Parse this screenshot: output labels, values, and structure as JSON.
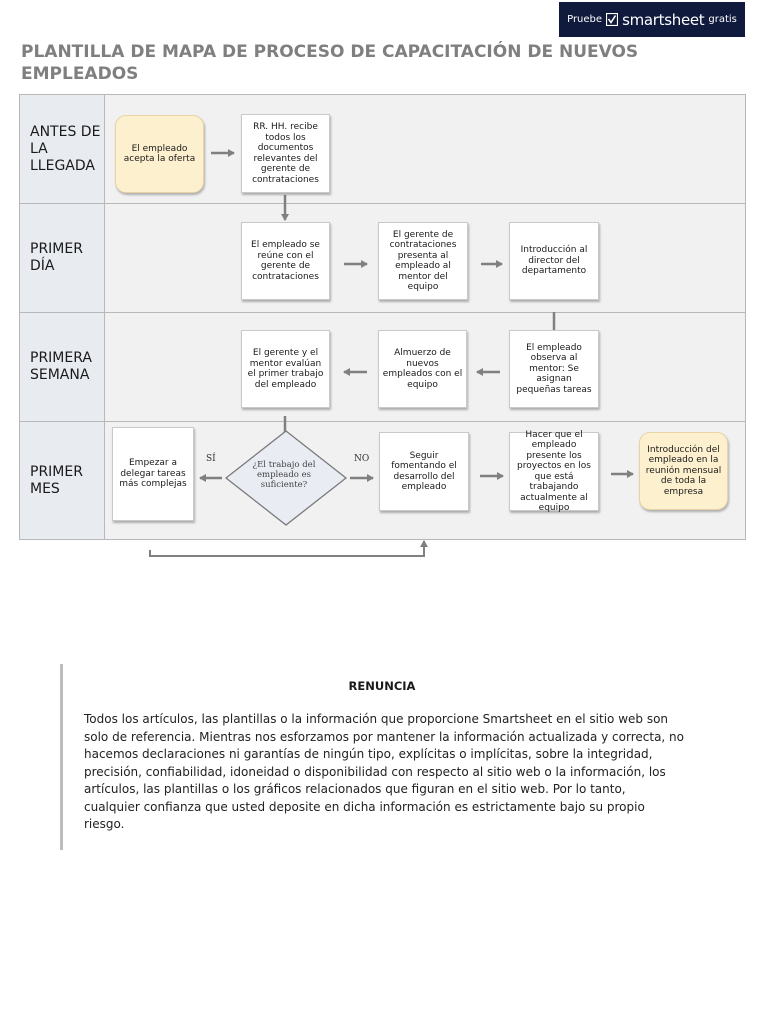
{
  "banner": {
    "prefix": "Pruebe",
    "brand": "smartsheet",
    "suffix": "gratis"
  },
  "title": "PLANTILLA DE MAPA DE PROCESO DE CAPACITACIÓN DE NUEVOS EMPLEADOS",
  "colors": {
    "banner_bg": "#0f1a3c",
    "title": "#7f7f7f",
    "oval_fill": "#fdf0cf",
    "lane_label_bg": "#e8ebf0",
    "lane_bg": "#f1f1f1",
    "arrow": "#808080"
  },
  "lanes": [
    {
      "label": "ANTES DE LA LLEGADA"
    },
    {
      "label": "PRIMER DÍA"
    },
    {
      "label": "PRIMERA SEMANA"
    },
    {
      "label": "PRIMER MES"
    }
  ],
  "nodes": {
    "accept_offer": "El empleado acepta la oferta",
    "hr_receives": "RR. HH. recibe todos los documentos relevantes del gerente de contrataciones",
    "meets_manager": "El empleado se reúne con el gerente de contrataciones",
    "presents_mentor": "El gerente de contrataciones presenta al empleado al mentor del equipo",
    "intro_director": "Introducción al director del departamento",
    "observes_mentor": "El empleado observa al mentor: Se asignan pequeñas tareas",
    "lunch": "Almuerzo de nuevos empleados con el equipo",
    "evaluate": "El gerente y el mentor evalúan el primer trabajo del empleado",
    "decision": "¿El trabajo del empleado es suficiente?",
    "delegate": "Empezar a delegar tareas más complejas",
    "keep_developing": "Seguir fomentando el desarrollo del empleado",
    "present_projects": "Hacer que el empleado presente los proyectos en los que está trabajando actualmente al equipo",
    "monthly_meeting": "Introducción del empleado en la reunión mensual de toda la empresa"
  },
  "branches": {
    "yes": "SÍ",
    "no": "NO"
  },
  "disclaimer": {
    "title": "RENUNCIA",
    "body": "Todos los artículos, las plantillas o la información que proporcione Smartsheet en el sitio web son solo de referencia. Mientras nos esforzamos por mantener la información actualizada y correcta, no hacemos declaraciones ni garantías de ningún tipo, explícitas o implícitas, sobre la integridad, precisión, confiabilidad, idoneidad o disponibilidad con respecto al sitio web o la información, los artículos, las plantillas o los gráficos relacionados que figuran en el sitio web. Por lo tanto, cualquier confianza que usted deposite en dicha información es estrictamente bajo su propio riesgo."
  }
}
